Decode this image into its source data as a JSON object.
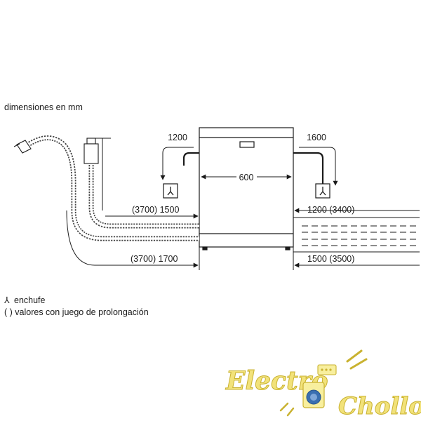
{
  "header": {
    "units_label": "dimensiones en mm"
  },
  "dimensions": {
    "width": "600",
    "left_cable": "1200",
    "right_cable": "1600",
    "left_upper": "(3700) 1500",
    "left_lower": "(3700) 1700",
    "right_upper": "1200 (3400)",
    "right_lower": "1500 (3500)"
  },
  "legend": {
    "plug_symbol": "⅄",
    "plug_label": "enchufe",
    "extension_label": "( ) valores con juego de prolongación"
  },
  "watermark": {
    "word1": "Electro",
    "word2": "Chollo"
  },
  "colors": {
    "line": "#1a1a1a",
    "hose": "#444444",
    "logo_fill": "#f2e27a",
    "logo_stroke": "#d8c13a",
    "logo_blue": "#3a6fb0"
  }
}
